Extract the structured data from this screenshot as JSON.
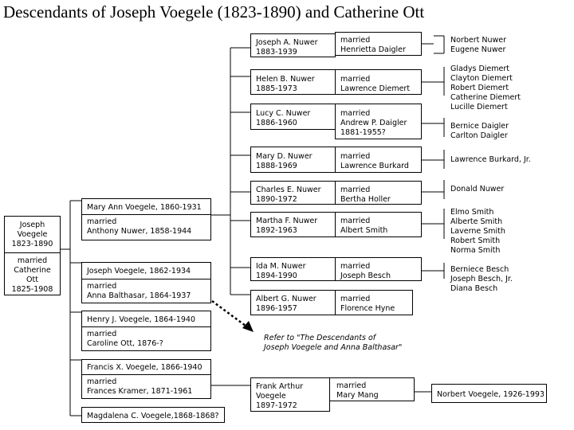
{
  "title": "Descendants of Joseph Voegele (1823-1890) and Catherine Ott",
  "root": {
    "person": "Joseph\nVoegele\n1823-1890",
    "spouse": "married\nCatherine\nOtt\n1825-1908"
  },
  "children": [
    {
      "person": "Mary Ann Voegele, 1860-1931",
      "spouse": "married\nAnthony Nuwer, 1858-1944"
    },
    {
      "person": "Joseph Voegele, 1862-1934",
      "spouse": "married\nAnna Balthasar, 1864-1937"
    },
    {
      "person": "Henry J. Voegele, 1864-1940",
      "spouse": "married\nCaroline Ott, 1876-?"
    },
    {
      "person": "Francis X. Voegele, 1866-1940",
      "spouse": "married\nFrances Kramer, 1871-1961"
    },
    {
      "person": "Magdalena C. Voegele,1868-1868?"
    }
  ],
  "grandchildren": [
    {
      "person": "Joseph A. Nuwer\n1883-1939",
      "spouse": "married\nHenrietta Daigler",
      "children": "Norbert Nuwer\nEugene Nuwer"
    },
    {
      "person": "Helen B. Nuwer\n1885-1973",
      "spouse": "married\nLawrence Diemert",
      "children": "Gladys Diemert\nClayton Diemert\nRobert Diemert\nCatherine Diemert\nLucille Diemert"
    },
    {
      "person": "Lucy C. Nuwer\n1886-1960",
      "spouse": "married\nAndrew P. Daigler\n1881-1955?",
      "children": "Bernice Daigler\nCarlton Daigler"
    },
    {
      "person": "Mary D. Nuwer\n1888-1969",
      "spouse": "married\nLawrence Burkard",
      "children": "Lawrence Burkard, Jr."
    },
    {
      "person": "Charles E. Nuwer\n1890-1972",
      "spouse": "married\nBertha Holler",
      "children": "Donald Nuwer"
    },
    {
      "person": "Martha F. Nuwer\n1892-1963",
      "spouse": "married\nAlbert Smith",
      "children": "Elmo Smith\nAlberte Smith\nLaverne Smith\nRobert Smith\nNorma Smith"
    },
    {
      "person": "Ida M. Nuwer\n1894-1990",
      "spouse": "married\nJoseph Besch",
      "children": "Berniece Besch\nJoseph Besch, Jr.\nDiana Besch"
    },
    {
      "person": "Albert G. Nuwer\n1896-1957",
      "spouse": "married\nFlorence Hyne"
    }
  ],
  "francis_child": {
    "person": "Frank Arthur\nVoegele\n1897-1972",
    "spouse": "married\nMary Mang",
    "children": "Norbert Voegele, 1926-1993"
  },
  "reference_note": "Refer to \"The Descendants of\nJoseph Voegele and Anna Balthasar\""
}
